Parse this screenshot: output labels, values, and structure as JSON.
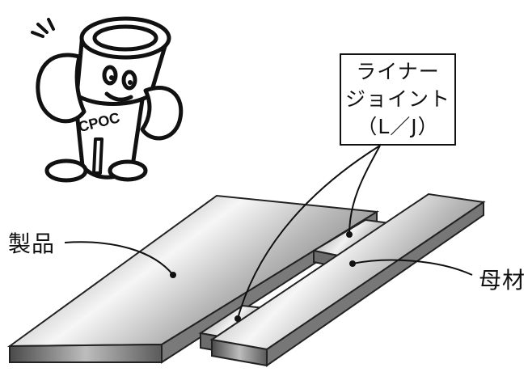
{
  "callout": {
    "line1": "ライナー",
    "line2": "ジョイント",
    "line3": "（L／J）"
  },
  "labels": {
    "product": "製品",
    "base_material": "母材"
  },
  "mascot": {
    "logo_text": "CPOC"
  },
  "colors": {
    "ink": "#111111",
    "metal_light": "#f4f4f4",
    "metal_mid": "#b5b5b5",
    "metal_dark": "#5a5a5a"
  }
}
